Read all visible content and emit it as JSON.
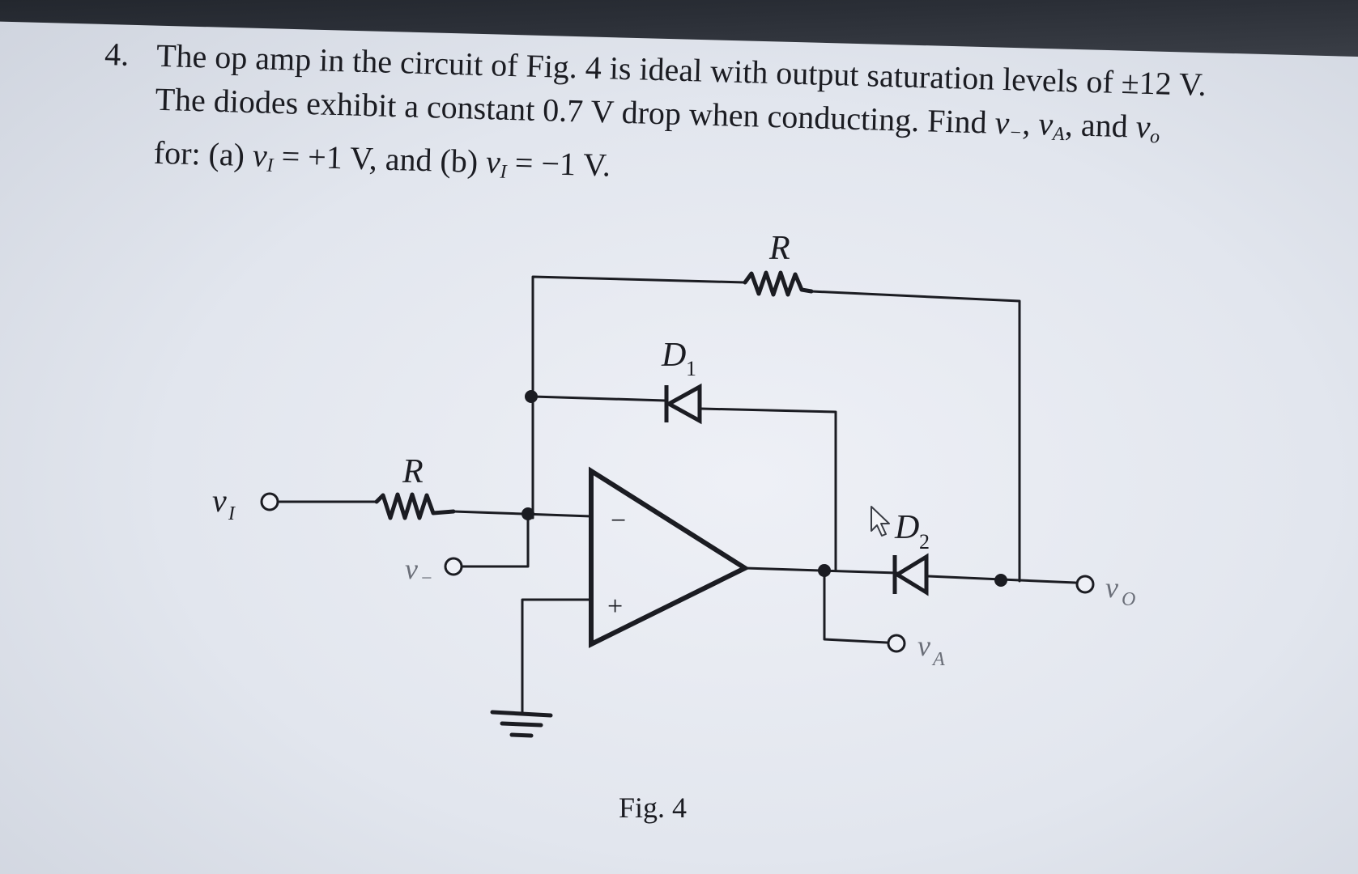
{
  "problem": {
    "number": "4.",
    "line1": "The op amp in the circuit of Fig. 4 is ideal with output saturation levels of ±12 V.",
    "line2": "The diodes exhibit a constant 0.7 V drop when conducting. Find",
    "line2_vars": {
      "v_minus": "v",
      "v_minus_sub": "−",
      "v_a": "v",
      "v_a_sub": "A",
      "and": "and",
      "v_o": "v",
      "v_o_sub": "o"
    },
    "line3": {
      "part_a_label": "for: (a)",
      "var": "v",
      "var_sub": "I",
      "eq_a": "= +1 V",
      "part_b_label": ", and (b)",
      "eq_b": "= −1 V."
    }
  },
  "circuit": {
    "input_label": "v",
    "input_sub": "I",
    "input_resistor": "R",
    "feedback_resistor": "R",
    "diode1": "D",
    "diode1_sub": "1",
    "diode2": "D",
    "diode2_sub": "2",
    "minus_node": "v",
    "minus_node_sub": "−",
    "inverting_sign": "−",
    "noninverting_sign": "+",
    "va_label": "v",
    "va_sub": "A",
    "vo_label": "v",
    "vo_sub": "O",
    "caption": "Fig. 4"
  }
}
